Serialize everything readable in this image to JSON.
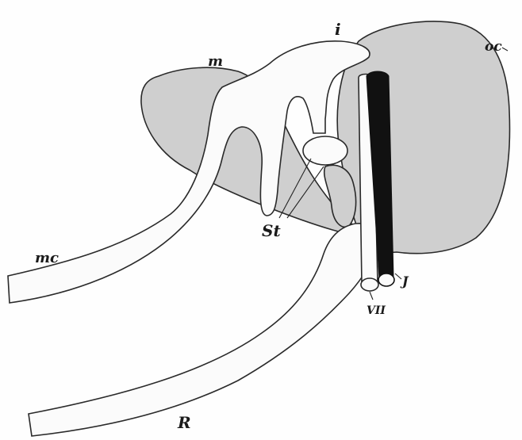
{
  "figure": {
    "labels": {
      "i": "i",
      "m": "m",
      "oc": "oc",
      "st": "St",
      "mc": "mc",
      "j": "J",
      "vii": "VII",
      "r": "R"
    },
    "colors": {
      "cartilage_grey": "#cfcfcf",
      "outline": "#2a2a2a",
      "vessel": "#111111",
      "paper": "#fefefe"
    }
  }
}
